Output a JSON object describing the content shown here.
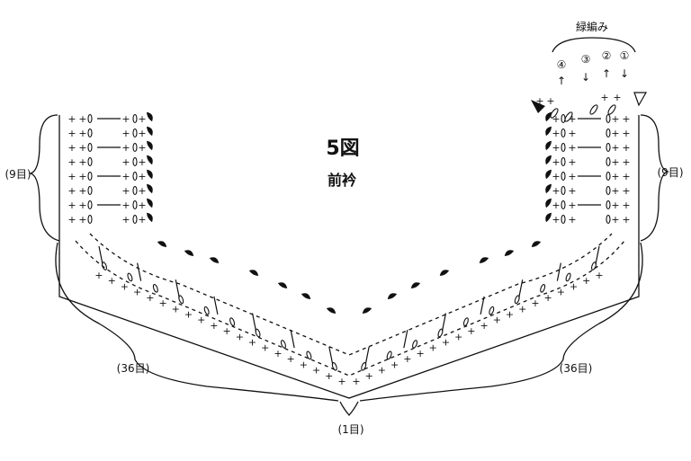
{
  "figure": {
    "number": "5図",
    "name": "前衿"
  },
  "counts": {
    "left_side": "(9目)",
    "right_side": "(9目)",
    "left_bottom": "(36目)",
    "right_bottom": "(36目)",
    "center": "(1目)"
  },
  "edging": {
    "label": "緑編み",
    "rows": [
      {
        "number": "④",
        "direction": "↑"
      },
      {
        "number": "③",
        "direction": "↓"
      },
      {
        "number": "②",
        "direction": "↑"
      },
      {
        "number": "①",
        "direction": "↓"
      }
    ]
  },
  "colors": {
    "ink": "#111111",
    "background": "#ffffff"
  }
}
